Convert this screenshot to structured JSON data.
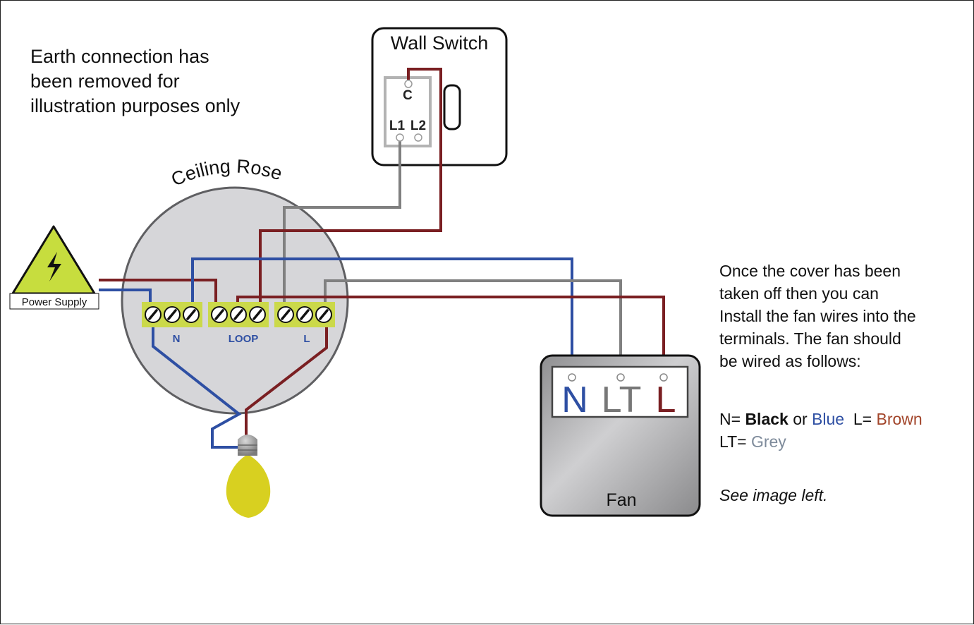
{
  "notes": {
    "earth_lines": [
      "Earth connection has",
      "been removed for",
      "illustration purposes only"
    ],
    "install_lines": [
      "Once the cover has been",
      "taken off then you can",
      "Install the fan wires into the",
      "terminals. The fan should",
      "be wired as follows:"
    ],
    "legend": {
      "n_prefix": "N=",
      "black": "Black",
      "or": "or",
      "blue": "Blue",
      "l_prefix": "L=",
      "brown": "Brown",
      "lt_prefix": "LT=",
      "grey": "Grey"
    },
    "see_image": "See image left."
  },
  "diagram": {
    "wall_switch": {
      "title": "Wall Switch",
      "c": "C",
      "l1": "L1",
      "l2": "L2"
    },
    "ceiling_rose": {
      "title": "Ceiling Rose",
      "labels": [
        "N",
        "LOOP",
        "L"
      ]
    },
    "power_supply": {
      "label": "Power Supply"
    },
    "fan": {
      "label": "Fan",
      "terminals": [
        "N",
        "LT",
        "L"
      ]
    }
  },
  "colors": {
    "blue_wire": "#2e4fa3",
    "brown_wire": "#7a1f22",
    "grey_wire": "#808080",
    "terminal_yellow": "#cbd94a",
    "rose_fill": "#d6d6d9",
    "bulb_yellow": "#d8d020",
    "warning_green": "#c7dd3e"
  }
}
